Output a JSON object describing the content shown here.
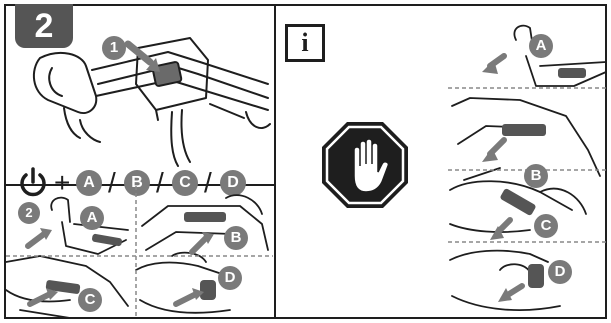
{
  "step": {
    "number": "2"
  },
  "info": {
    "icon_glyph": "i"
  },
  "combo": {
    "operator": "+",
    "separator": "/",
    "options": [
      "A",
      "B",
      "C",
      "D"
    ]
  },
  "callouts": {
    "main_step": "1",
    "sub_step": "2",
    "bl_a": "A",
    "bl_b": "B",
    "bl_c": "C",
    "bl_d": "D",
    "r_a": "A",
    "r_b": "B",
    "r_c": "C",
    "r_d": "D"
  },
  "colors": {
    "ink": "#1e1e1e",
    "badge": "#555555",
    "callout": "#7a7a7a",
    "stop": "#1e1e1e"
  },
  "icons": [
    "power-icon",
    "stop-hand-icon",
    "info-icon",
    "arrow-icon"
  ]
}
